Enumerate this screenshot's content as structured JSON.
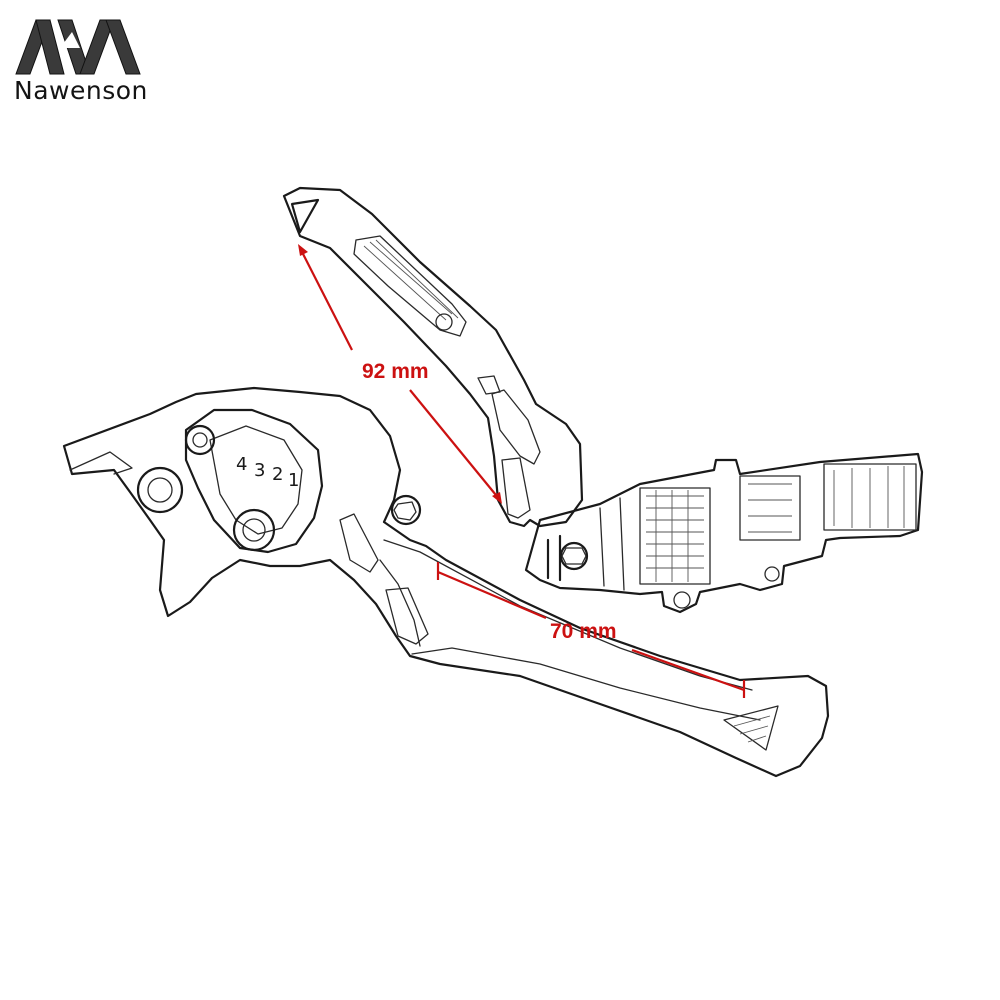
{
  "brand": {
    "name": "Nawenson"
  },
  "dimensions": {
    "upper_lever_label": "92 mm",
    "lower_lever_label": "70 mm"
  },
  "dial_numbers": [
    "4",
    "3",
    "2",
    "1"
  ],
  "colors": {
    "line": "#1a1a1a",
    "dimension": "#cc1111",
    "background": "#ffffff"
  }
}
